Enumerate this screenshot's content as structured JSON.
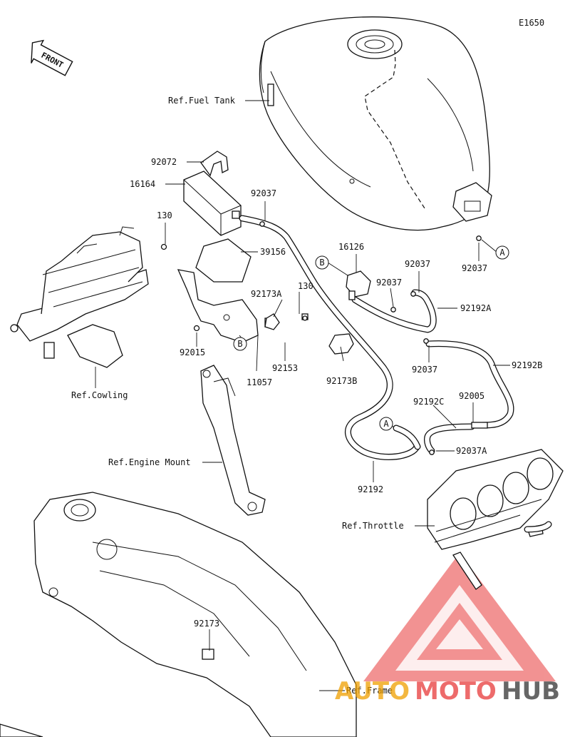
{
  "diagram_code": "E1650",
  "front_label": "FRONT",
  "callouts": {
    "a": "A",
    "b": "B"
  },
  "labels": {
    "ref_fuel_tank": "Ref.Fuel Tank",
    "p92072": "92072",
    "p16164": "16164",
    "p92037_top": "92037",
    "p130_left": "130",
    "p39156": "39156",
    "p16126": "16126",
    "p92037_r1": "92037",
    "p92037_r2": "92037",
    "p92192a": "92192A",
    "p92173a": "92173A",
    "p130_mid": "130",
    "p92037_tank": "92037",
    "p92015": "92015",
    "p92153": "92153",
    "p11057": "11057",
    "p92173b": "92173B",
    "p92037_r3": "92037",
    "p92192b": "92192B",
    "ref_cowling": "Ref.Cowling",
    "p92192c": "92192C",
    "p92005": "92005",
    "p92037a": "92037A",
    "ref_engine_mount": "Ref.Engine Mount",
    "p92192": "92192",
    "ref_throttle": "Ref.Throttle",
    "p92173": "92173",
    "ref_frame": "Ref.Frame"
  },
  "watermark": {
    "part1": "AUTO",
    "part2": "MOTO",
    "part3": "HUB",
    "color_light": "#f0a000",
    "color_red": "#e83a3a",
    "color_dark": "#333333"
  }
}
